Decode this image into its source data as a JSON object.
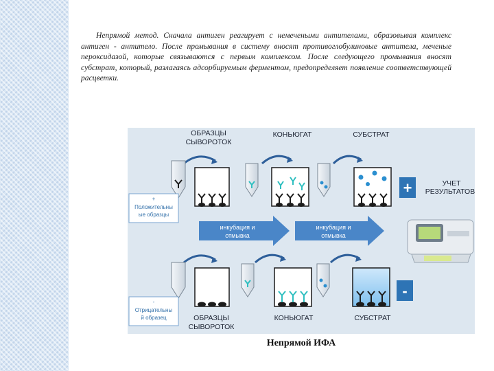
{
  "text": {
    "paragraph": "Непрямой метод. Сначала антиген реагирует с немечеными антителами, образовывая комплекс антиген - антитело. После промывания в систему вносят противоглобулиновые антитела, меченые пероксидазой, которые связываются с первым комплексом. После следующего промывания вносят субстрат, который, разлагаясь адсорбируемым ферментом, предопределяет появление соответствующей расцветки."
  },
  "diagram": {
    "top_labels": {
      "samples_line1": "ОБРАЗЦЫ",
      "samples_line2": "СЫВОРОТОК",
      "conjugate": "КОНЬЮГАТ",
      "substrate": "СУБСТРАТ"
    },
    "positive_box": {
      "sign": "+",
      "line1": "Положительны",
      "line2": "ые образцы"
    },
    "negative_box": {
      "sign": "-",
      "line1": "Отрицательны",
      "line2": "й образец"
    },
    "arrow1": {
      "line1": "инкубация и",
      "line2": "отмывка"
    },
    "arrow2": {
      "line1": "инкубация и",
      "line2": "отмывка"
    },
    "result": {
      "line1": "УЧЕТ",
      "line2": "РЕЗУЛЬТАТОВ"
    },
    "positive_sign": "+",
    "negative_sign": "-",
    "bottom_labels": {
      "samples_line1": "ОБРАЗЦЫ",
      "samples_line2": "СЫВОРОТОК",
      "conjugate": "КОНЬЮГАТ",
      "substrate": "СУБСТРАТ"
    }
  },
  "caption": "Непрямой ИФА",
  "colors": {
    "diagram_bg": "#dde7f0",
    "arrow_fill": "#4a86c8",
    "sign_box": "#2e74b5",
    "conjugate_teal": "#2fbfc0",
    "substrate_blue": "#2b8fd0",
    "antibody_dark": "#1c1c1c"
  }
}
